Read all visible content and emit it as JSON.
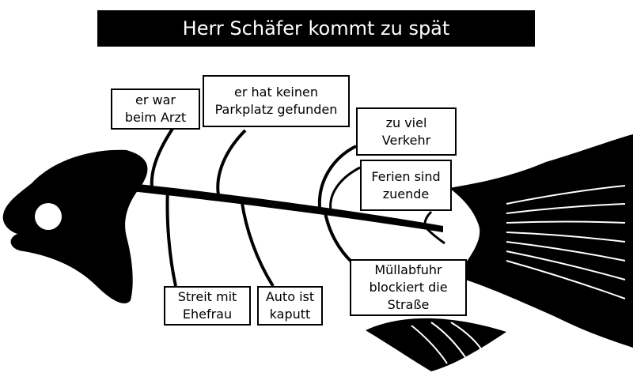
{
  "title": "Herr Schäfer kommt zu spät",
  "causes": {
    "arzt": [
      "er war",
      "beim Arzt"
    ],
    "parkplatz": [
      "er hat keinen",
      "Parkplatz gefunden"
    ],
    "verkehr": [
      "zu viel",
      "Verkehr"
    ],
    "ferien": [
      "Ferien sind",
      "zuende"
    ],
    "ehefrau": [
      "Streit mit",
      "Ehefrau"
    ],
    "auto": [
      "Auto ist",
      "kaputt"
    ],
    "muell": [
      "Müllabfuhr",
      "blockiert die",
      "Straße"
    ]
  },
  "colors": {
    "fish": "#000000",
    "background": "#ffffff",
    "title_text": "#ffffff"
  }
}
